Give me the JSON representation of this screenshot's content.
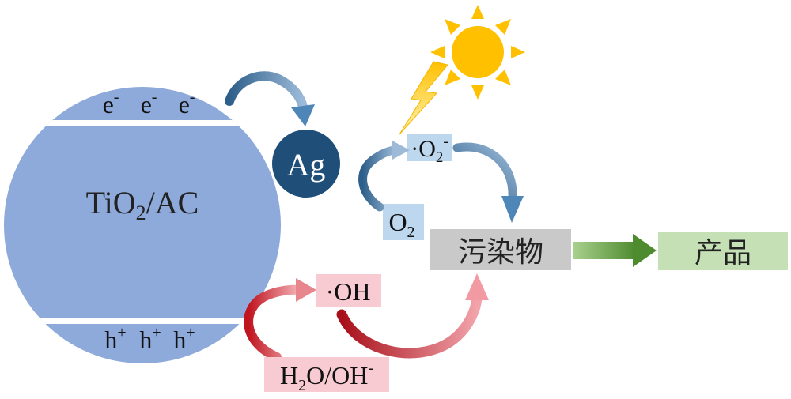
{
  "catalyst": {
    "label_main": "TiO",
    "label_sub": "2",
    "label_tail": "/AC",
    "cb_electrons": [
      "e",
      "e",
      "e"
    ],
    "electron_charge": "-",
    "vb_holes": [
      "h",
      "h",
      "h"
    ],
    "hole_charge": "+"
  },
  "ag": {
    "label": "Ag"
  },
  "superoxide": {
    "dot": "·",
    "base": "O",
    "sub": "2",
    "sup": "-"
  },
  "oxygen": {
    "base": "O",
    "sub": "2"
  },
  "hydroxyl": {
    "label": "·OH"
  },
  "water": {
    "h": "H",
    "sub": "2",
    "rest": "O/OH",
    "sup": "-"
  },
  "pollutant": {
    "label": "污染物"
  },
  "product": {
    "label": "产品"
  },
  "colors": {
    "catalyst_fill": "#8eaadb",
    "ag_fill": "#1f4e79",
    "blue_box": "#bdd7ee",
    "pink_box": "#f8cbd3",
    "gray_box": "#c9c9c9",
    "green_box": "#c5e0b4",
    "sun": "#ffc000",
    "bolt": "#ffc000"
  }
}
